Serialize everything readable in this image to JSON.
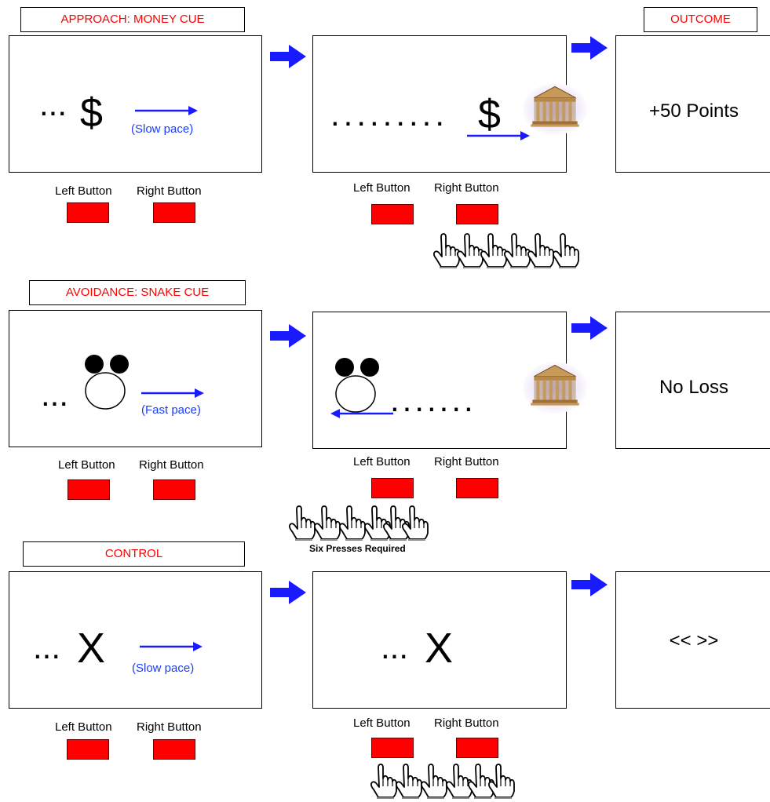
{
  "headers": {
    "approach": "APPROACH: MONEY CUE",
    "outcome": "OUTCOME",
    "avoidance": "AVOIDANCE: SNAKE CUE",
    "control": "CONTROL"
  },
  "buttons": {
    "left": "Left Button",
    "right": "Right Button"
  },
  "approach": {
    "cue1_dots": "...",
    "cue_symbol": "$",
    "pace": "(Slow pace)",
    "cue2_dots": ".........",
    "outcome": "+50 Points"
  },
  "avoidance": {
    "cue1_dots": "...",
    "pace": "(Fast pace)",
    "cue2_dots": ".......",
    "outcome": "No Loss",
    "presses_note": "Six Presses Required"
  },
  "control": {
    "cue1_dots": "...",
    "cue_symbol": "X",
    "pace": "(Slow pace)",
    "cue2_dots": "...",
    "outcome": "<< >>"
  },
  "colors": {
    "header_text": "#ff0000",
    "arrow": "#1a1aff",
    "button": "#ff0000",
    "pace_text": "#1a3cff"
  },
  "icons": [
    "flow-arrow-icon",
    "bank-building-icon",
    "pointing-hand-icon",
    "snake-cue-icon",
    "pace-arrow-icon"
  ]
}
